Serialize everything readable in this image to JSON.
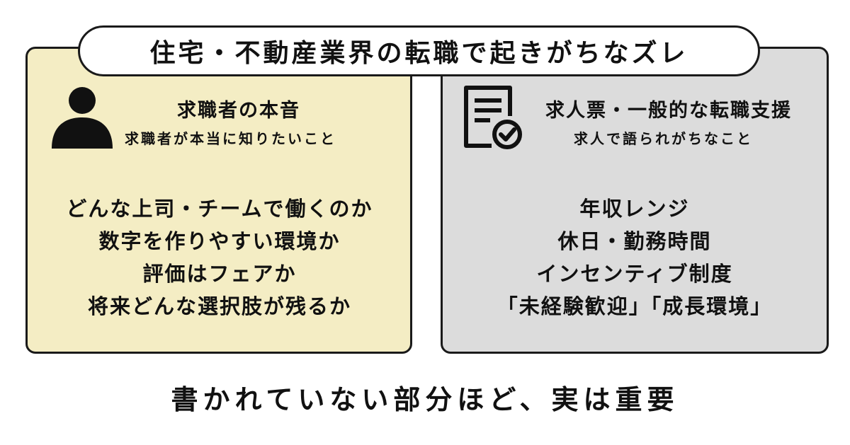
{
  "title": "住宅・不動産業界の転職で起きがちなズレ",
  "left_panel": {
    "icon": "person-icon",
    "heading": "求職者の本音",
    "subheading": "求職者が本当に知りたいこと",
    "items": [
      "どんな上司・チームで働くのか",
      "数字を作りやすい環境か",
      "評価はフェアか",
      "将来どんな選択肢が残るか"
    ],
    "background": "#f4edc4"
  },
  "right_panel": {
    "icon": "document-check-icon",
    "heading": "求人票・一般的な転職支援",
    "subheading": "求人で語られがちなこと",
    "items": [
      "年収レンジ",
      "休日・勤務時間",
      "インセンティブ制度",
      "「未経験歓迎」「成長環境」"
    ],
    "background": "#dcdcdc"
  },
  "footer": "書かれていない部分ほど、実は重要"
}
